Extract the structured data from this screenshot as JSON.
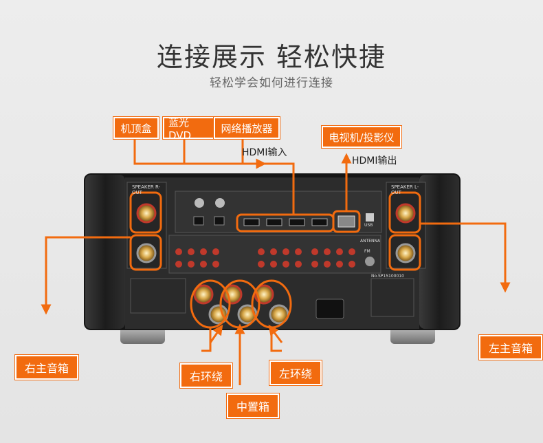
{
  "header": {
    "title": "连接展示  轻松快捷",
    "subtitle": "轻松学会如何进行连接"
  },
  "labels": {
    "set_top_box": "机顶盒",
    "bluray_dvd": "蓝光DVD",
    "network_player": "网络播放器",
    "tv_projector": "电视机/投影仪",
    "hdmi_in": "HDMI输入",
    "hdmi_out": "HDMI输出",
    "right_main_speaker": "右主音箱",
    "left_main_speaker": "左主音箱",
    "right_surround": "右环绕",
    "center": "中置箱",
    "left_surround": "左环绕"
  },
  "device_text": {
    "speaker_r": "SPEAKER R-OUT",
    "speaker_l": "SPEAKER L-OUT",
    "antenna": "ANTENNA",
    "fm": "FM",
    "usb": "USB",
    "serial": "No.SP15100010"
  },
  "colors": {
    "accent": "#f26b0f",
    "chassis": "#1e1e1e",
    "panel": "#2b2b2b"
  }
}
